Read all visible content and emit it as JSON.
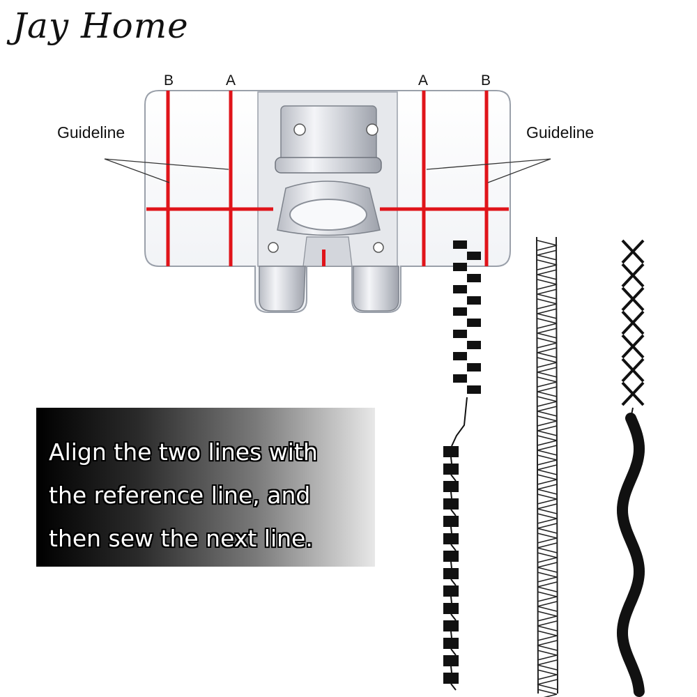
{
  "brand": "Jay Home",
  "foot": {
    "labels": {
      "b_left": "B",
      "a_left": "A",
      "a_right": "A",
      "b_right": "B"
    },
    "guideline_left": "Guideline",
    "guideline_right": "Guideline",
    "accent_color": "#e0141a"
  },
  "caption": {
    "line1": "Align the two lines with",
    "line2": "the reference line, and",
    "line3": "then sew the next line."
  },
  "stitch_samples": [
    "square-wave-stitch",
    "triangle-ladder-stitch",
    "cross-then-wave-stitch"
  ]
}
